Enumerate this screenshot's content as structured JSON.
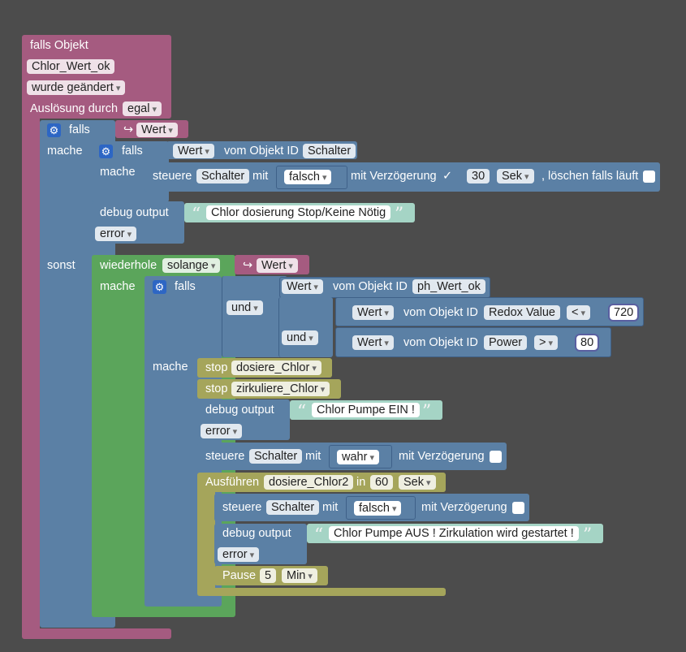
{
  "outer": {
    "title": "falls Objekt",
    "object_id": "Chlor_Wert_ok",
    "event": "wurde geändert",
    "trigger_label": "Auslösung durch",
    "trigger_value": "egal"
  },
  "if1": {
    "falls": "falls",
    "arrow": "↪",
    "cond": "Wert",
    "mache": "mache",
    "sonst": "sonst"
  },
  "if2": {
    "falls": "falls",
    "value": "Wert",
    "from": "vom Objekt ID",
    "object": "Schalter",
    "mache": "mache"
  },
  "control1": {
    "label": "steuere",
    "object": "Schalter",
    "mit": "mit",
    "value": "falsch",
    "delay": "mit Verzögerung",
    "delay_check": "✓",
    "delay_value": "30",
    "unit": "Sek",
    "clear": ", löschen falls läuft"
  },
  "debug1": {
    "label": "debug output",
    "text": "Chlor dosierung Stop/Keine Nötig",
    "level": "error"
  },
  "loop": {
    "label": "wiederhole",
    "mode": "solange",
    "arrow": "↪",
    "cond": "Wert",
    "mache": "mache"
  },
  "if3": {
    "falls": "falls",
    "und": "und",
    "cond1_value": "Wert",
    "cond1_from": "vom Objekt ID",
    "cond1_object": "ph_Wert_ok",
    "und2": "und",
    "cond2_value": "Wert",
    "cond2_from": "vom Objekt ID",
    "cond2_object": "Redox Value",
    "cond2_op": "<",
    "cond2_num": "720",
    "cond3_value": "Wert",
    "cond3_from": "vom Objekt ID",
    "cond3_object": "Power",
    "cond3_op": ">",
    "cond3_num": "80",
    "mache": "mache"
  },
  "stop1": {
    "label": "stop",
    "name": "dosiere_Chlor"
  },
  "stop2": {
    "label": "stop",
    "name": "zirkuliere_Chlor"
  },
  "debug2": {
    "label": "debug output",
    "text": "Chlor Pumpe EIN !",
    "level": "error"
  },
  "control2": {
    "label": "steuere",
    "object": "Schalter",
    "mit": "mit",
    "value": "wahr",
    "delay": "mit Verzögerung"
  },
  "exec": {
    "label": "Ausführen",
    "name": "dosiere_Chlor2",
    "in": "in",
    "value": "60",
    "unit": "Sek"
  },
  "control3": {
    "label": "steuere",
    "object": "Schalter",
    "mit": "mit",
    "value": "falsch",
    "delay": "mit Verzögerung"
  },
  "debug3": {
    "label": "debug output",
    "text": "Chlor Pumpe AUS ! Zirkulation wird gestartet !",
    "level": "error"
  },
  "pause": {
    "label": "Pause",
    "value": "5",
    "unit": "Min"
  },
  "quote_open": "“",
  "quote_close": "”",
  "gear_glyph": "⚙",
  "colors": {
    "event": "#a55b80",
    "logic": "#5b80a5",
    "loop": "#5ba55b",
    "timer": "#a5a55b",
    "text": "#a5d4c5",
    "workspace": "#4c4c4c"
  }
}
